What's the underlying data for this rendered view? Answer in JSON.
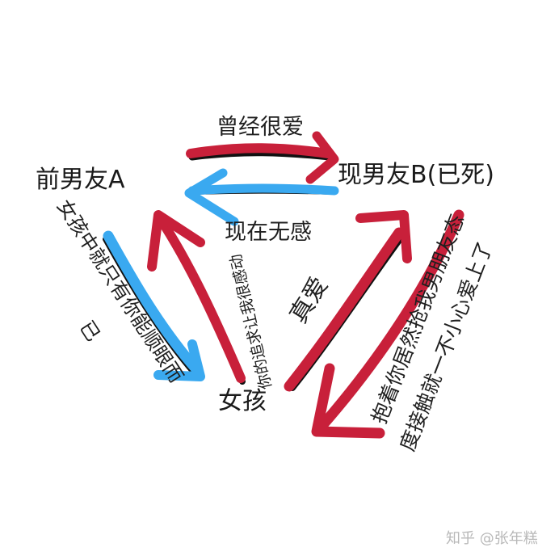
{
  "nodes": {
    "ex_a": "前男友A",
    "now_b": "现男友B(已死)",
    "girl": "女孩"
  },
  "labels": {
    "once_loved": "曾经很爱",
    "indifferent": "现在无感",
    "true_love": "真爱",
    "girl_to_ex_line1": "女孩中就只有你能顺眼而",
    "girl_to_ex_line2": "已",
    "ex_to_girl": "你的追求让我很感动",
    "b_to_girl_line1": "抱着你居然抢我男朋友态",
    "b_to_girl_line2": "度接触就一不小心爱上了"
  },
  "watermark": "知乎 @张年糕",
  "colors": {
    "red": "#c8203a",
    "blue": "#3aa9f0",
    "black": "#111111",
    "text": "#1a1a1a",
    "watermark": "#b8b8b8"
  }
}
